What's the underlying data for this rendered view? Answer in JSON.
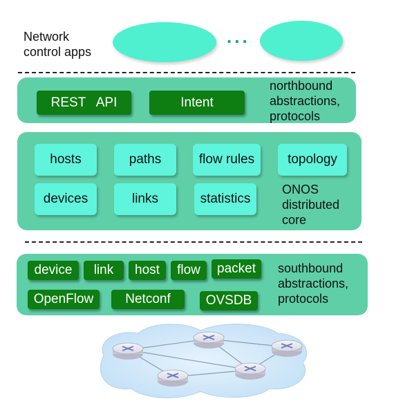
{
  "apps": {
    "label_line1": "Network",
    "label_line2": "control apps",
    "ellipsis": "..."
  },
  "northbound": {
    "buttons": [
      "REST   API",
      "Intent"
    ],
    "label": [
      "northbound",
      "abstractions,",
      "protocols"
    ]
  },
  "core": {
    "boxes_row1": [
      "hosts",
      "paths",
      "flow rules",
      "topology"
    ],
    "boxes_row2": [
      "devices",
      "links",
      "statistics"
    ],
    "label": [
      "ONOS",
      "distributed",
      "core"
    ]
  },
  "southbound": {
    "row1": [
      "device",
      "link",
      "host",
      "flow",
      "packet"
    ],
    "row2": [
      "OpenFlow",
      "Netconf",
      "OVSDB"
    ],
    "label": [
      "southbound",
      "abstractions,",
      "protocols"
    ]
  },
  "colors": {
    "layer_fill": "#5fcfa8",
    "app_fill": "#4ef0cf",
    "core_box_fill": "#5ff4dc",
    "button_fill": "#0e7d12",
    "network_cloud": "#cfe6f8"
  }
}
